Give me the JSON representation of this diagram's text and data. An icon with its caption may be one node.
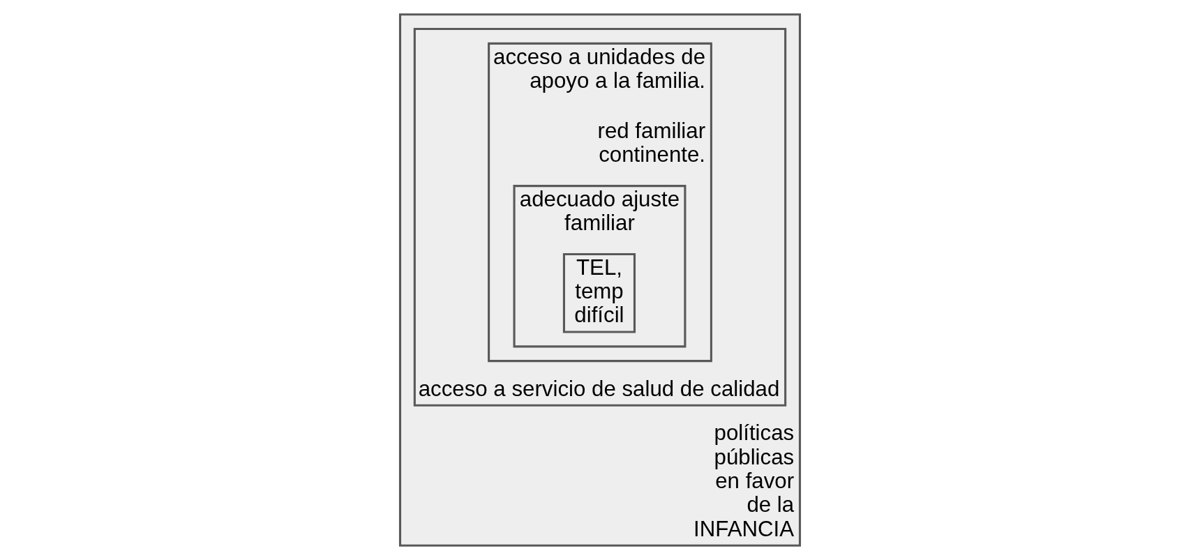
{
  "diagram": {
    "nodes": [
      {
        "text": [
          "políticas públicas en favor de la INFANCIA"
        ]
      },
      {
        "text": [
          "acceso a servicio de salud de calidad"
        ],
        "in": 0
      },
      {
        "text": [
          "acceso a unidades de apoyo a la familia.",
          "red familiar continente."
        ],
        "in": 1
      },
      {
        "text": [
          "adecuado ajuste familiar"
        ],
        "in": 2
      },
      {
        "text": [
          "TEL, temp difícil"
        ],
        "in": 3
      }
    ],
    "edges": []
  }
}
